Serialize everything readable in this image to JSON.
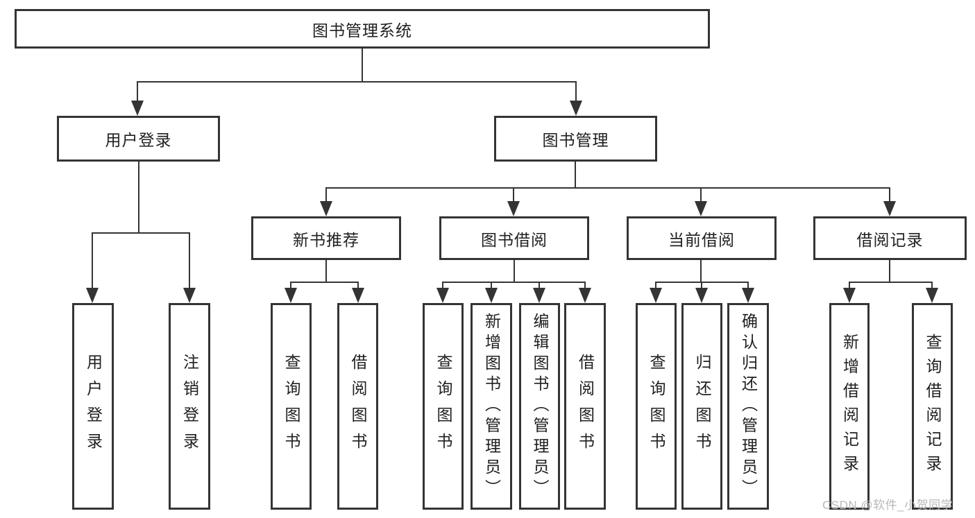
{
  "tree": {
    "root": {
      "label": "图书管理系统",
      "children": [
        {
          "label": "用户登录",
          "children": [
            {
              "label": "用户登录"
            },
            {
              "label": "注销登录"
            }
          ]
        },
        {
          "label": "图书管理",
          "children": [
            {
              "label": "新书推荐",
              "children": [
                {
                  "label": "查询图书"
                },
                {
                  "label": "借阅图书"
                }
              ]
            },
            {
              "label": "图书借阅",
              "children": [
                {
                  "label": "查询图书"
                },
                {
                  "label": "新增图书（管理员）"
                },
                {
                  "label": "编辑图书（管理员）"
                },
                {
                  "label": "借阅图书"
                }
              ]
            },
            {
              "label": "当前借阅",
              "children": [
                {
                  "label": "查询图书"
                },
                {
                  "label": "归还图书"
                },
                {
                  "label": "确认归还（管理员）"
                }
              ]
            },
            {
              "label": "借阅记录",
              "children": [
                {
                  "label": "新增借阅记录"
                },
                {
                  "label": "查询借阅记录"
                }
              ]
            }
          ]
        }
      ]
    }
  },
  "watermark": "CSDN @软件_小贺同学",
  "colors": {
    "line": "#343434",
    "text": "#1f1f1f",
    "watermark": "#b8b8b8",
    "background": "#ffffff"
  }
}
